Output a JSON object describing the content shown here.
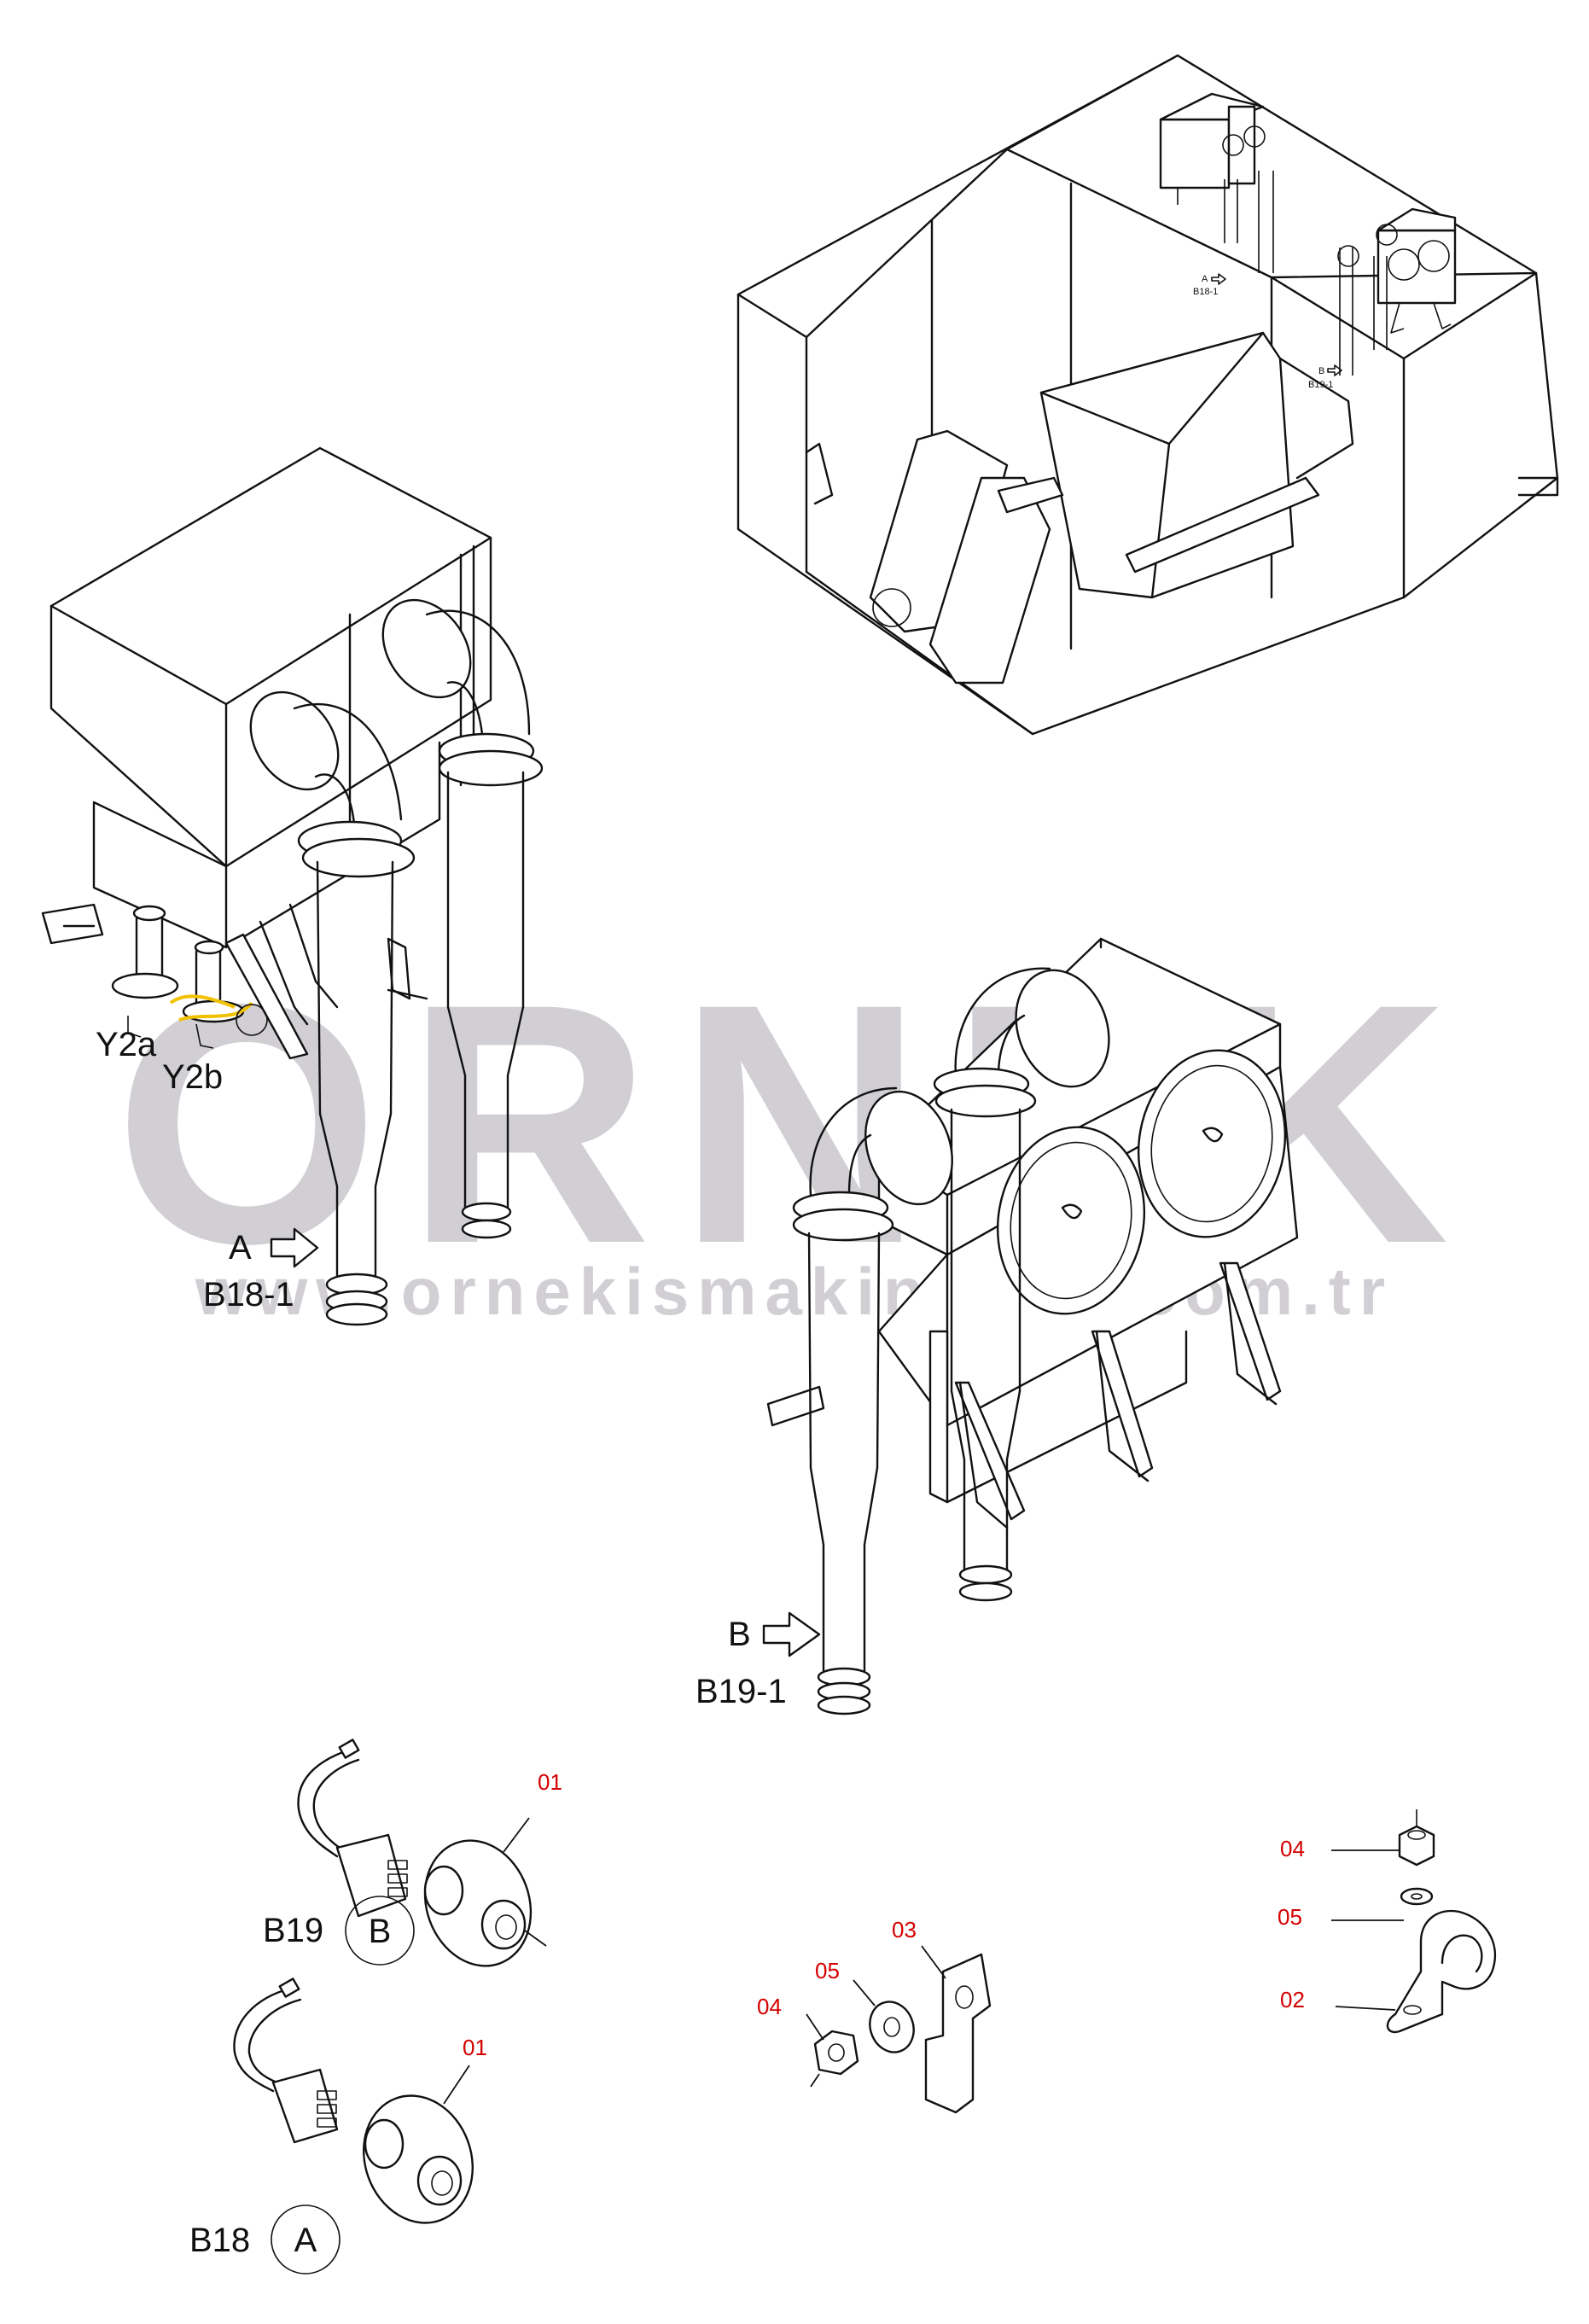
{
  "watermark": {
    "brand": "ORNEK",
    "url": "www.ornekismakinalari.com.tr"
  },
  "labels": {
    "view_a_letter": "A",
    "view_a_code": "B18-1",
    "view_b_letter": "B",
    "view_b_code": "B19-1",
    "valve_y2a": "Y2a",
    "valve_y2b": "Y2b",
    "overview_a_letter": "A",
    "overview_a_code": "B18-1",
    "overview_b_letter": "B",
    "overview_b_code": "B19-1",
    "detail_b19_code": "B19",
    "detail_b19_circle": "B",
    "detail_b18_code": "B18",
    "detail_b18_circle": "A"
  },
  "part_numbers": {
    "sensor_b19": "01",
    "sensor_b18": "01",
    "bracket": "03",
    "bracket_washer": "05",
    "bracket_nut": "04",
    "clamp_nut": "04",
    "clamp_washer": "05",
    "clamp": "02"
  },
  "colors": {
    "line": "#111111",
    "part_number": "#d40000",
    "watermark": "#c9c7cc",
    "highlight": "#f2c200"
  }
}
